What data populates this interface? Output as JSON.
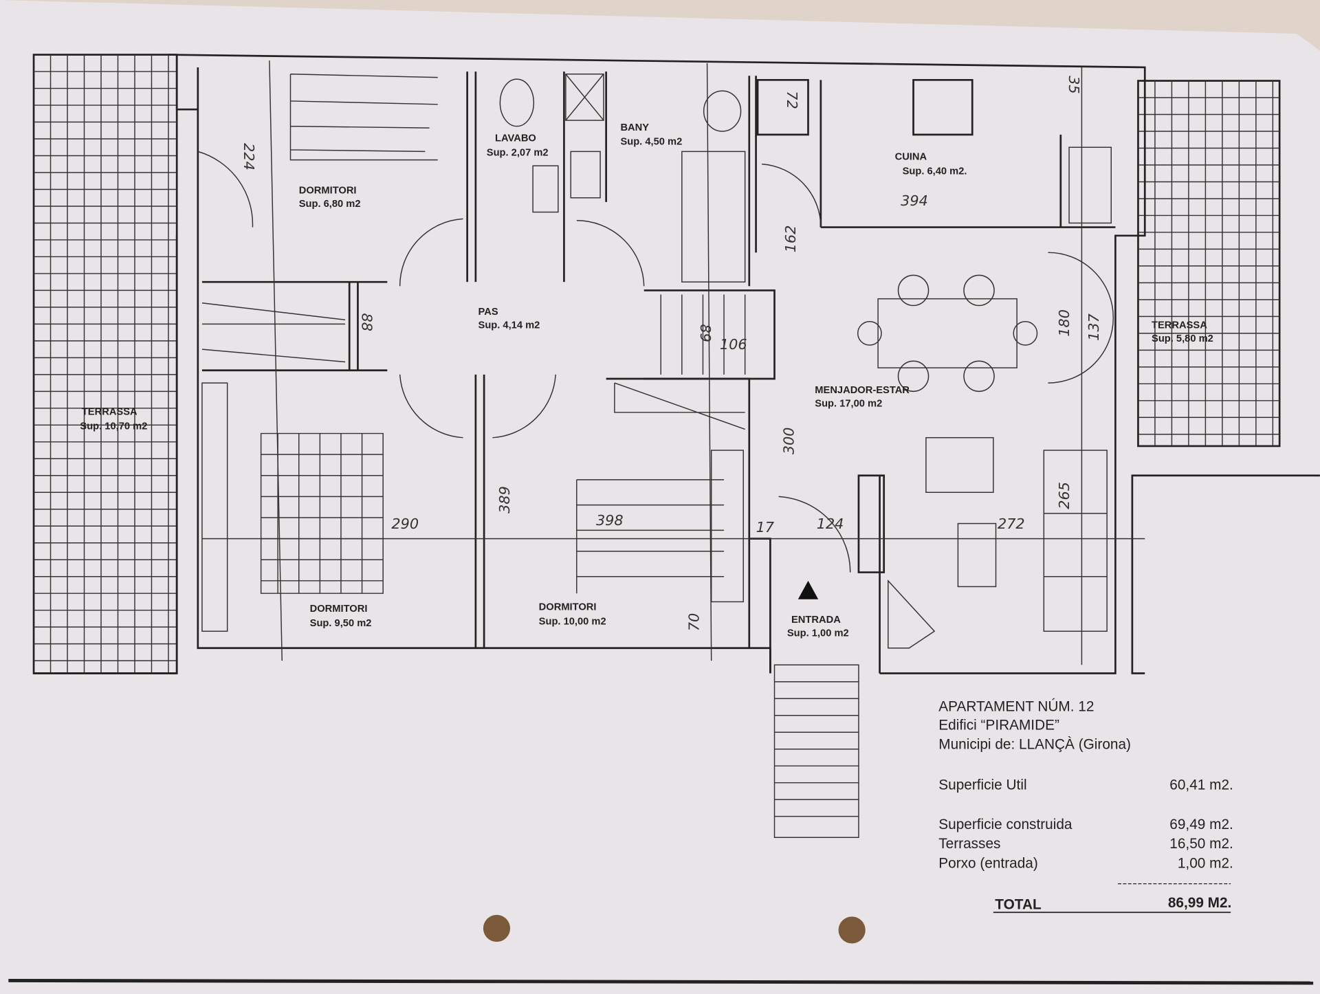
{
  "rooms": [
    {
      "name": "DORMITORI",
      "area": "Sup. 6,80 m2"
    },
    {
      "name": "LAVABO",
      "area": "Sup. 2,07 m2"
    },
    {
      "name": "BANY",
      "area": "Sup. 4,50 m2"
    },
    {
      "name": "CUINA",
      "area": "Sup. 6,40 m2."
    },
    {
      "name": "PAS",
      "area": "Sup. 4,14 m2"
    },
    {
      "name": "TERRASSA",
      "area": "Sup. 5,80 m2"
    },
    {
      "name": "TERRASSA",
      "area": "Sup. 10,70 m2"
    },
    {
      "name": "MENJADOR-ESTAR",
      "area": "Sup. 17,00 m2"
    },
    {
      "name": "DORMITORI",
      "area": "Sup. 9,50 m2"
    },
    {
      "name": "DORMITORI",
      "area": "Sup. 10,00 m2"
    },
    {
      "name": "ENTRADA",
      "area": "Sup. 1,00 m2"
    }
  ],
  "dimensions": [
    "224",
    "72",
    "35",
    "394",
    "162",
    "180",
    "137",
    "88",
    "89",
    "106",
    "290",
    "389",
    "398",
    "17",
    "124",
    "272",
    "265",
    "300",
    "70"
  ],
  "summary": {
    "title": "APARTAMENT NÚM. 12",
    "building": "Edifici “PIRAMIDE”",
    "municipality": "Municipi de: LLANÇÀ (Girona)",
    "rows": [
      {
        "label": "Superficie Util",
        "value": "60,41 m2."
      },
      {
        "label": "Superficie construida",
        "value": "69,49 m2."
      },
      {
        "label": "Terrasses",
        "value": "16,50 m2."
      },
      {
        "label": "Porxo (entrada)",
        "value": "1,00 m2."
      }
    ],
    "total_label": "TOTAL",
    "total_value": "86,99 M2."
  },
  "colors": {
    "paper": "#e8e4e7",
    "ink": "#222222",
    "hole": "#7a5a3a"
  }
}
